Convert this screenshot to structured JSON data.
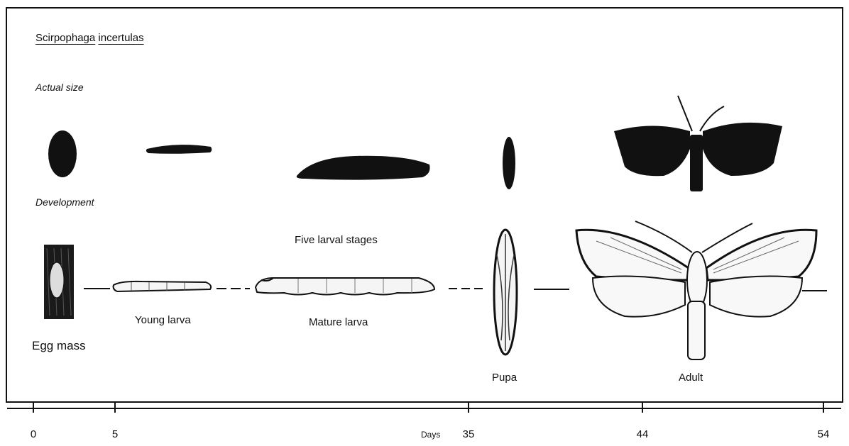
{
  "title": {
    "genus": "Scirpophaga",
    "species": "incertulas"
  },
  "sections": {
    "actual_size": "Actual size",
    "development": "Development"
  },
  "labels": {
    "five_larval_stages": "Five larval stages",
    "egg_mass": "Egg mass",
    "young_larva": "Young larva",
    "mature_larva": "Mature larva",
    "pupa": "Pupa",
    "adult": "Adult"
  },
  "axis": {
    "label": "Days",
    "ticks": [
      "0",
      "5",
      "35",
      "44",
      "54"
    ]
  }
}
